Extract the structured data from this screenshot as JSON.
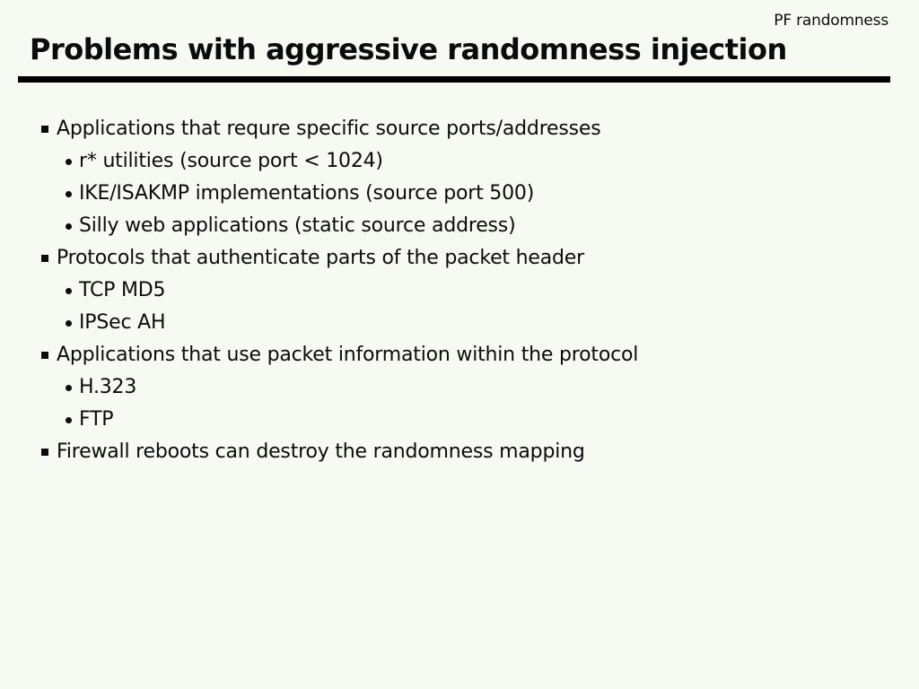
{
  "header": {
    "corner_label": "PF randomness",
    "title": "Problems with aggressive randomness injection"
  },
  "colors": {
    "background": "#f6faf3",
    "text": "#0b0b0b",
    "rule": "#000000"
  },
  "bullets": [
    {
      "level": 1,
      "text": "Applications that requre specific source ports/addresses"
    },
    {
      "level": 2,
      "text": "r* utilities (source port < 1024)"
    },
    {
      "level": 2,
      "text": "IKE/ISAKMP implementations (source port 500)"
    },
    {
      "level": 2,
      "text": "Silly web applications (static source address)"
    },
    {
      "level": 1,
      "text": "Protocols that authenticate parts of the packet header"
    },
    {
      "level": 2,
      "text": "TCP MD5"
    },
    {
      "level": 2,
      "text": "IPSec AH"
    },
    {
      "level": 1,
      "text": "Applications that use packet information within the protocol"
    },
    {
      "level": 2,
      "text": "H.323"
    },
    {
      "level": 2,
      "text": "FTP"
    },
    {
      "level": 1,
      "text": "Firewall reboots can destroy the randomness mapping"
    }
  ]
}
